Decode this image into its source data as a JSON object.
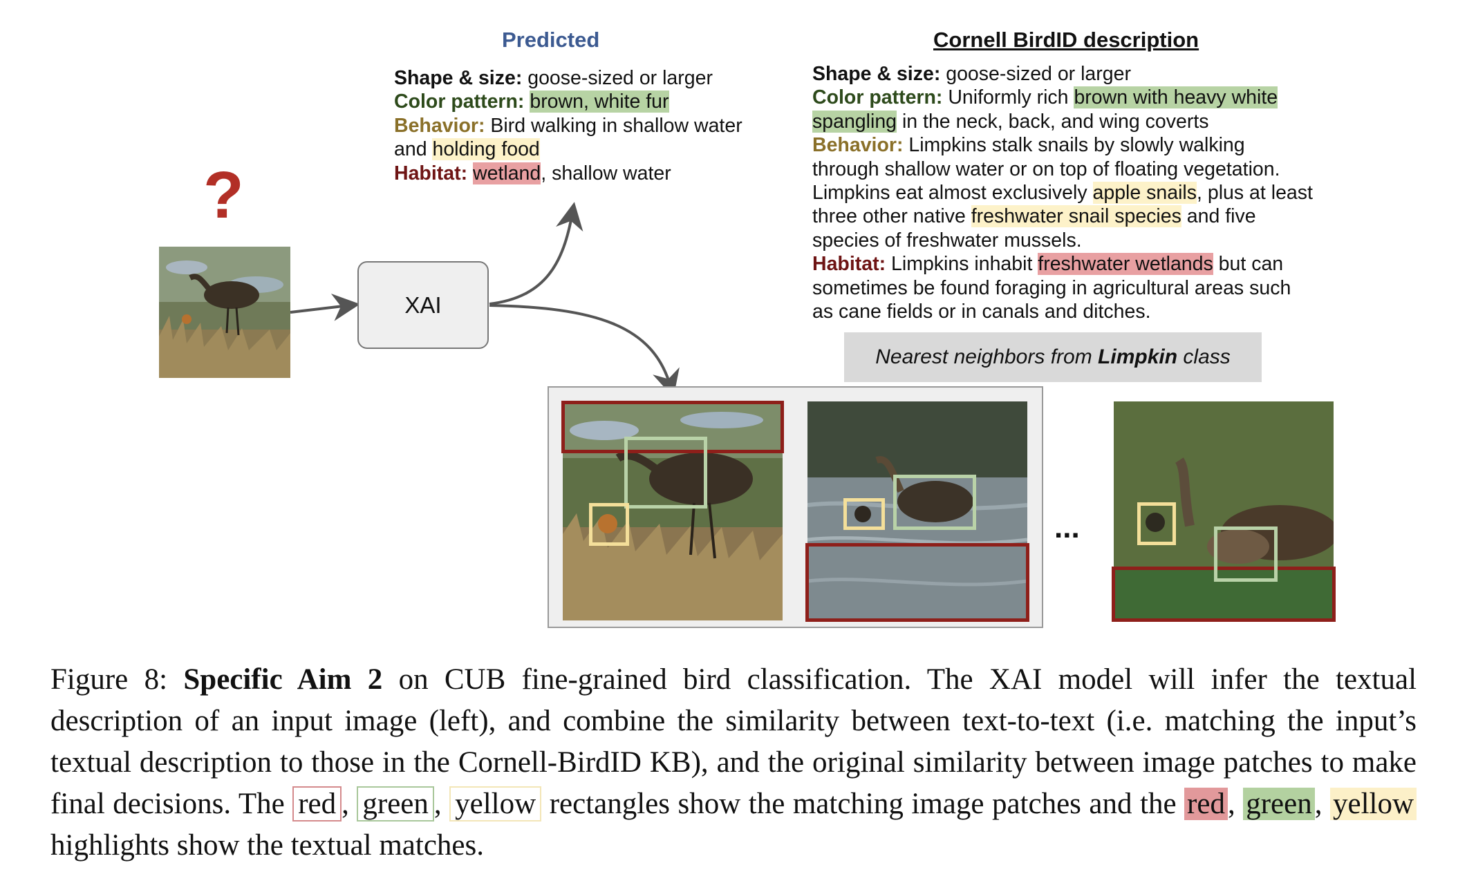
{
  "figure": {
    "question_mark": "?",
    "xai_label": "XAI",
    "predicted": {
      "title": "Predicted",
      "shape_key": "Shape & size:",
      "shape_val": "goose-sized or larger",
      "color_key": "Color pattern:",
      "color_val": "brown, white fur",
      "behavior_key": "Behavior:",
      "behavior_val_1": "Bird walking in shallow water",
      "behavior_val_2a": "and",
      "behavior_val_2b": "holding food",
      "habitat_key": "Habitat:",
      "habitat_hl": "wetland",
      "habitat_rest": ", shallow water"
    },
    "cornell": {
      "title": "Cornell BirdID description",
      "shape_key": "Shape & size:",
      "shape_val": "goose-sized or larger",
      "color_key": "Color pattern:",
      "color_pre": "Uniformly rich",
      "color_hl_1": "brown with heavy white",
      "color_hl_2": "spangling",
      "color_post": "in the neck, back, and wing coverts",
      "behavior_key": "Behavior:",
      "behavior_1": "Limpkins stalk snails by slowly walking",
      "behavior_2": "through shallow water or on top of floating vegetation.",
      "behavior_3a": "Limpkins eat almost exclusively",
      "behavior_3hl": "apple snails",
      "behavior_3b": ", plus at least",
      "behavior_4a": "three other native",
      "behavior_4hl": "freshwater snail species",
      "behavior_4b": "and five",
      "behavior_5": "species of freshwater mussels.",
      "habitat_key": "Habitat:",
      "habitat_1a": "Limpkins inhabit",
      "habitat_1hl": "freshwater wetlands",
      "habitat_1b": "but can",
      "habitat_2": "sometimes be found foraging in agricultural areas such",
      "habitat_3": "as cane fields or in canals and ditches."
    },
    "nn_label_pre": "Nearest neighbors from",
    "nn_label_bold": "Limpkin",
    "nn_label_post": "class",
    "dots": "..."
  },
  "caption": {
    "label": "Figure 8:",
    "bold": "Specific Aim 2",
    "part1": "on CUB fine-grained bird classification.  The XAI model will infer the textual description of an input image (left), and combine the similarity between text-to-text (i.e. matching the input’s textual description to those in the Cornell-BirdID KB), and the original similarity between image patches to make final decisions. The",
    "red": "red",
    "green": "green",
    "yellow": "yellow",
    "part2": "rectangles show the matching image patches and the",
    "part3": "highlights show the textual matches."
  },
  "colors": {
    "predicted_title": "#3c5a91",
    "highlight_green": "#b7d3a4",
    "highlight_yellow": "#fdf2c9",
    "highlight_red": "#e8a0a2",
    "patch_red": "#8e1f1a",
    "patch_green": "#b9d2a8",
    "patch_yellow": "#f4df9a",
    "question_mark": "#b22f26"
  }
}
